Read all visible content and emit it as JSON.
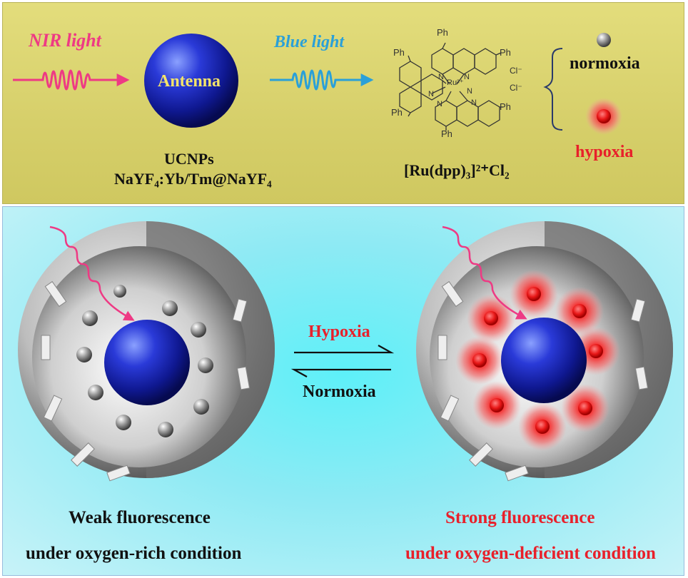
{
  "top": {
    "nir_label": "NIR light",
    "blue_label": "Blue light",
    "antenna_label": "Antenna",
    "ucnp_title": "UCNPs",
    "ucnp_formula": "NaYF₄:Yb/Tm@NaYF₄",
    "complex_formula": "[Ru(dpp)₃]²⁺Cl₂",
    "normoxia_label": "normoxia",
    "hypoxia_label": "hypoxia",
    "molecule": {
      "ph_label": "Ph",
      "n_label": "N",
      "metal_label": "Ru²⁺",
      "cl_label": "Cl⁻"
    }
  },
  "bottom": {
    "hypoxia_arrow_label": "Hypoxia",
    "normoxia_arrow_label": "Normoxia",
    "left_caption_1": "Weak fluorescence",
    "left_caption_2": "under oxygen-rich condition",
    "right_caption_1": "Strong fluorescence",
    "right_caption_2": "under oxygen-deficient condition"
  },
  "colors": {
    "nir": "#ee3a84",
    "blue_light": "#2aa0d8",
    "hypoxia": "#e8202a",
    "dark": "#111111"
  }
}
